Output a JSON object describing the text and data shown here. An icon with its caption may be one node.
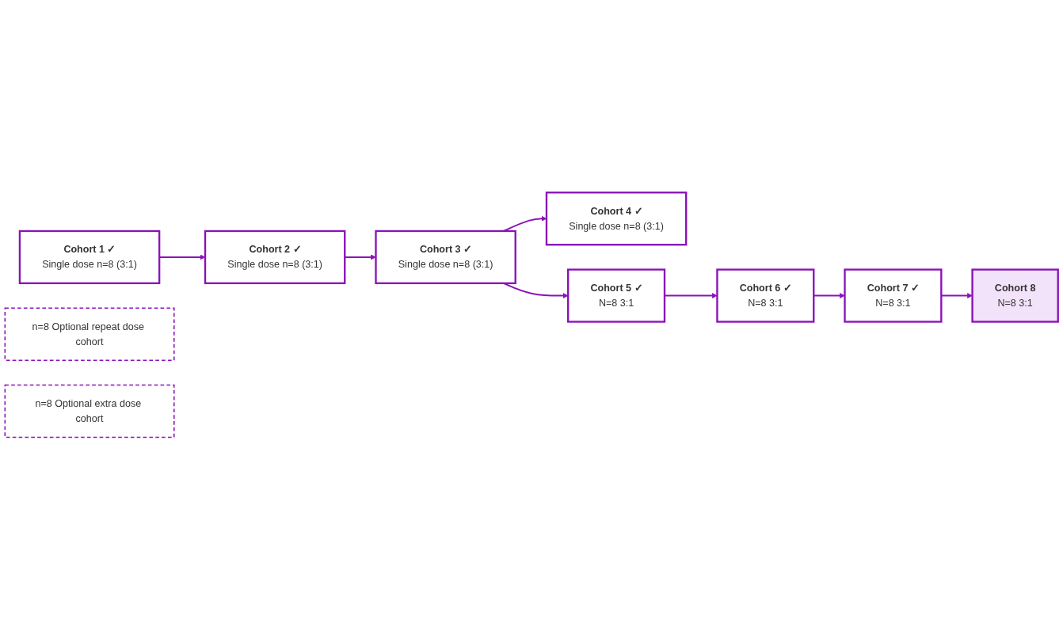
{
  "diagram": {
    "nodes": [
      {
        "text": [
          "Cohort 1 ✓",
          "Single dose n=8 (3:1)"
        ]
      },
      {
        "text": [
          "Cohort 2 ✓",
          "Single dose n=8 (3:1)"
        ]
      },
      {
        "text": [
          "Cohort 3 ✓",
          "Single dose n=8 (3:1)"
        ]
      },
      {
        "text": [
          "Cohort 4 ✓",
          "Single dose n=8 (3:1)"
        ]
      },
      {
        "text": [
          "n=8 Optional repeat dose cohort"
        ]
      },
      {
        "text": [
          "n=8 Optional extra dose cohort"
        ]
      },
      {
        "text": [
          "Cohort 5 ✓",
          "N=8 3:1"
        ]
      },
      {
        "text": [
          "Cohort 6 ✓",
          "N=8 3:1"
        ]
      },
      {
        "text": [
          "Cohort 7 ✓",
          "N=8 3:1"
        ]
      },
      {
        "text": [
          "Cohort 8",
          "N=8 3:1"
        ]
      }
    ],
    "edges": [
      {
        "from": 0,
        "to": 1,
        "arrow": "to"
      },
      {
        "from": 1,
        "to": 2,
        "arrow": "to"
      },
      {
        "from": 2,
        "to": 3,
        "arrow": "to"
      },
      {
        "from": 2,
        "to": 6,
        "arrow": "to"
      },
      {
        "from": 6,
        "to": 7,
        "arrow": "to"
      },
      {
        "from": 7,
        "to": 8,
        "arrow": "to"
      },
      {
        "from": 8,
        "to": 9,
        "arrow": "to"
      }
    ]
  }
}
